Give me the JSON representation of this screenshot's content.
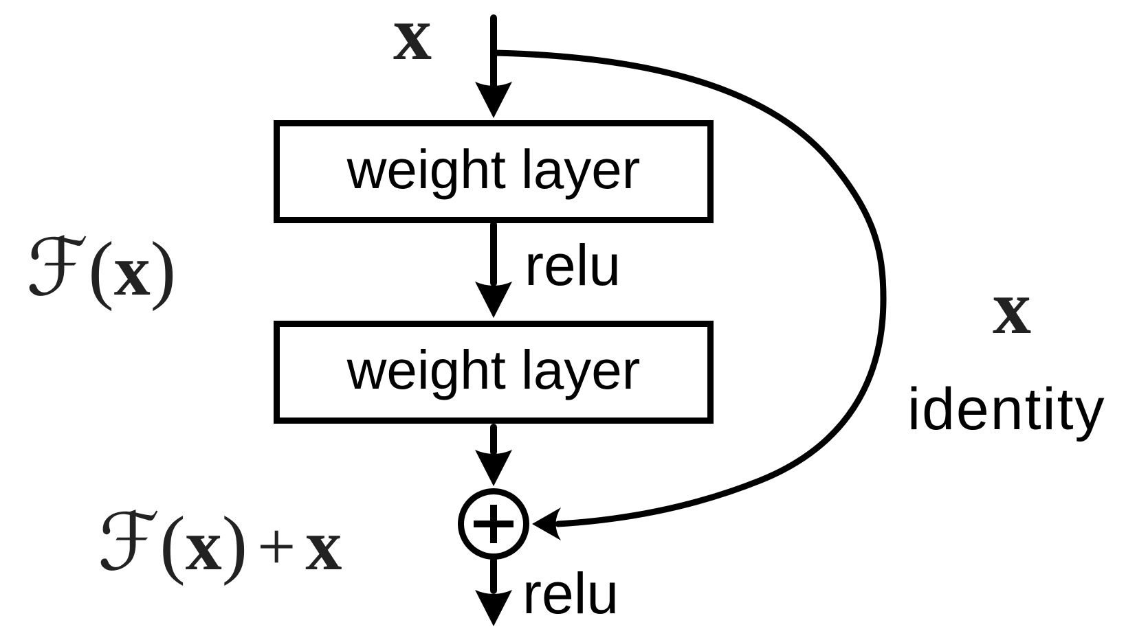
{
  "colors": {
    "background": "#ffffff",
    "line_ink": "#000000",
    "sans_text": "#000000",
    "math_text": "#222222"
  },
  "labels": {
    "input_x": "x",
    "weight_layer_top": "weight layer",
    "relu_between_layers": "relu",
    "weight_layer_bottom": "weight layer",
    "relu_after_sum": "relu",
    "skip_x": "x",
    "skip_identity": "identity",
    "sum_plus": "+",
    "residual_function": {
      "script_f": "ℱ",
      "open_paren": "(",
      "arg_x": "x",
      "close_paren": ")"
    },
    "output_expression": {
      "script_f": "ℱ",
      "open_paren": "(",
      "arg_x": "x",
      "close_paren": ")",
      "plus": "+",
      "identity_x": "x"
    }
  },
  "icons": {
    "sum_junction": "circle-plus-icon",
    "arrowheads": "stealth-arrowhead"
  }
}
